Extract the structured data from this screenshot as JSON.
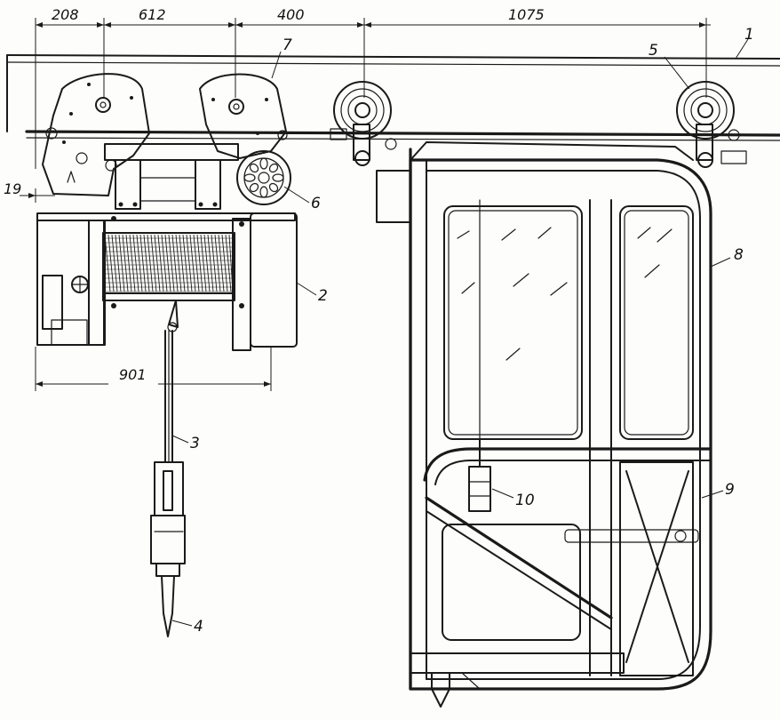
{
  "dimensions": {
    "d1": "208",
    "d2": "612",
    "d3": "400",
    "d4": "1075",
    "d5": "19",
    "d6": "901"
  },
  "labels": {
    "l1": "1",
    "l2": "2",
    "l3": "3",
    "l4": "4",
    "l5": "5",
    "l6": "6",
    "l7": "7",
    "l8": "8",
    "l9": "9",
    "l10": "10"
  }
}
